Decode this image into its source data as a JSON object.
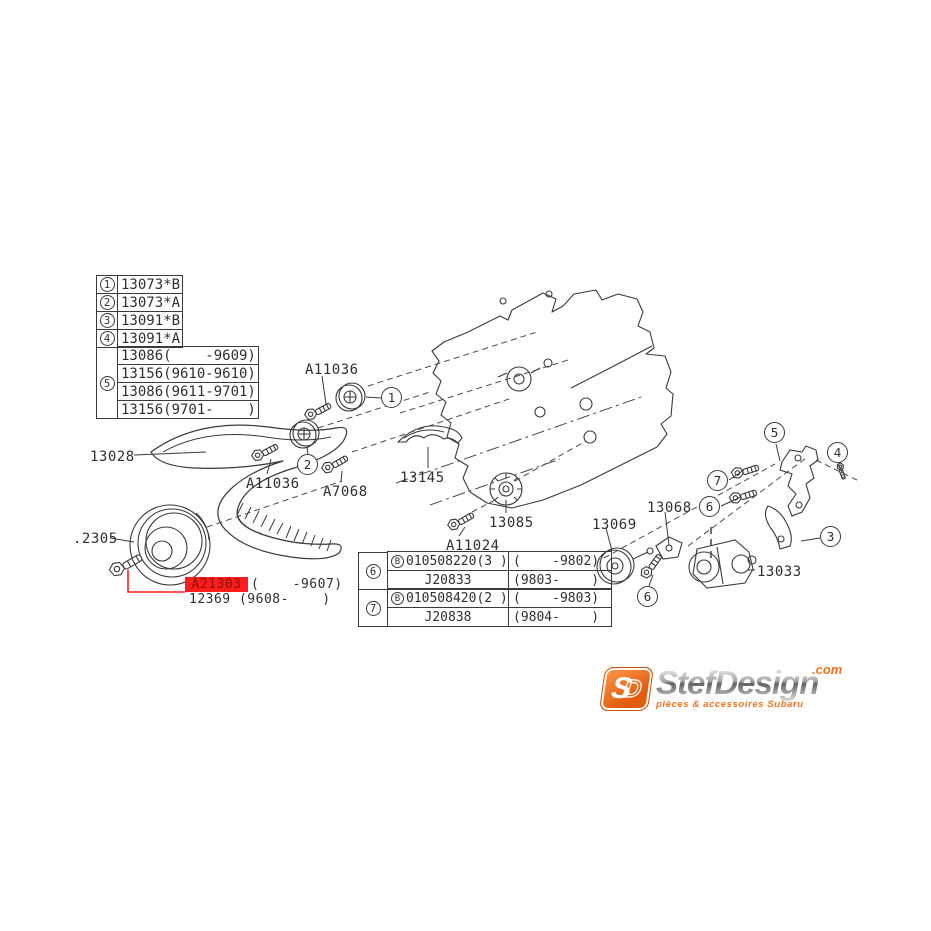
{
  "diagram": {
    "line_color": "#3a3a3a",
    "labels": {
      "belt": "13028",
      "crank_pulley": ".2305",
      "idler_bolt_top": "A11036",
      "idler_bolt_left": "A11036",
      "bracket_bolt": "A7068",
      "cover_bracket": "13145",
      "toothed_idler": "13085",
      "center_bolt": "A11024",
      "tensioner_pulley": "13069",
      "tensioner_bracket": "13068",
      "belt_tensioner": "13033"
    },
    "callouts": {
      "c1": "1",
      "c2": "2",
      "c3": "3",
      "c4": "4",
      "c5": "5",
      "c6": "6",
      "c7": "7"
    },
    "highlight": {
      "part": "A21303",
      "part_range": "(    -9607)",
      "successor_line": "12369 (9608-    )",
      "highlight_color": "#ff1c1c"
    }
  },
  "legend_table": {
    "rows": [
      {
        "ref": "1",
        "part": "13073*B"
      },
      {
        "ref": "2",
        "part": "13073*A"
      },
      {
        "ref": "3",
        "part": "13091*B"
      },
      {
        "ref": "4",
        "part": "13091*A"
      }
    ],
    "group5": {
      "ref": "5",
      "parts": [
        "13086(    -9609)",
        "13156(9610-9610)",
        "13086(9611-9701)",
        "13156(9701-    )"
      ]
    }
  },
  "fastener_table": {
    "groups": [
      {
        "ref": "6",
        "rows": [
          {
            "badge": "B",
            "part": "010508220(3 )",
            "range": "(    -9802)"
          },
          {
            "badge": "",
            "part": "J20833",
            "range": "(9803-    )"
          }
        ]
      },
      {
        "ref": "7",
        "rows": [
          {
            "badge": "B",
            "part": "010508420(2 )",
            "range": "(    -9803)"
          },
          {
            "badge": "",
            "part": "J20838",
            "range": "(9804-    )"
          }
        ]
      }
    ]
  },
  "logo": {
    "monogram_s": "S",
    "monogram_d": "D",
    "name": "StefDesign",
    "tld": ".com",
    "tagline": "pièces & accessoires Subaru",
    "accent": "#f0731e"
  }
}
